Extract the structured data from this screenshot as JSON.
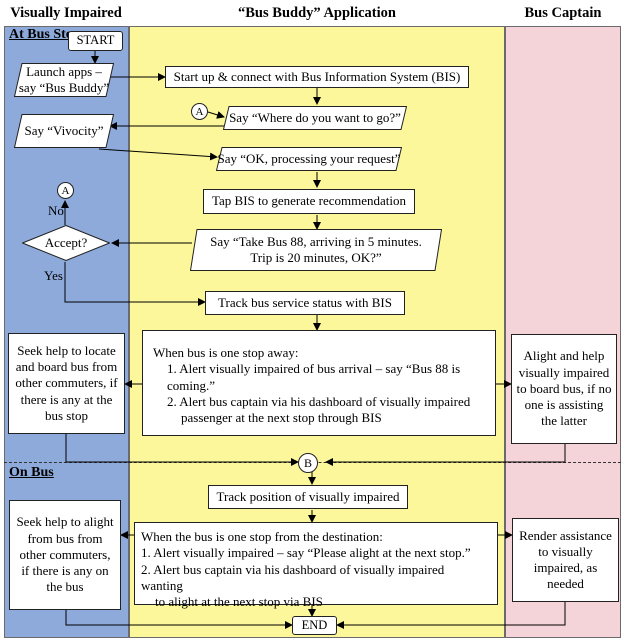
{
  "lanes": {
    "visually_impaired": "Visually Impaired",
    "application": "“Bus Buddy” Application",
    "bus_captain": "Bus Captain"
  },
  "sections": {
    "at_bus_stop": "At Bus Stop",
    "on_bus": "On Bus"
  },
  "connectors": {
    "a": "A",
    "b": "B"
  },
  "labels": {
    "no": "No",
    "yes": "Yes"
  },
  "nodes": {
    "start": "START",
    "end": "END",
    "launch_l1": "Launch apps –",
    "launch_l2": "say “Bus Buddy”",
    "startup": "Start up & connect with Bus Information System (BIS)",
    "where": "Say “Where do you want to go?”",
    "vivocity": "Say “Vivocity”",
    "processing": "Say “OK, processing your request”",
    "tap_bis": "Tap BIS to generate recommendation",
    "accept": "Accept?",
    "take_l1": "Say “Take Bus 88, arriving in 5 minutes.",
    "take_l2": "Trip is 20 minutes, OK?”",
    "track_status": "Track bus service status with BIS",
    "one_stop": {
      "head": "When bus is one stop away:",
      "i1": "1.  Alert visually impaired of bus arrival – say “Bus 88 is coming.”",
      "i2a": "2.  Alert bus captain via his dashboard of visually impaired",
      "i2b": "passenger at the next stop through BIS"
    },
    "seek_board": [
      "Seek help to locate",
      "and board bus from",
      "other commuters, if",
      "there is any at the",
      "bus stop"
    ],
    "alight_help": [
      "Alight and help",
      "visually impaired",
      "to board bus, if no",
      "one is assisting",
      "the latter"
    ],
    "track_position": "Track  position of visually impaired",
    "dest": {
      "head": "When the bus is one stop from the destination:",
      "i1": "1. Alert visually impaired – say “Please alight at the next stop.”",
      "i2a": "2. Alert bus captain via his dashboard of visually impaired wanting",
      "i2b": "to alight at the next stop via BIS"
    },
    "seek_alight": [
      "Seek help to alight",
      "from bus from",
      "other commuters,",
      "if there is any on",
      "the bus"
    ],
    "render": [
      "Render assistance",
      "to visually",
      "impaired, as",
      "needed"
    ]
  },
  "colors": {
    "visually_impaired_lane": "#8eaadb",
    "application_lane": "#fbf79a",
    "bus_captain_lane": "#f4d4d9"
  }
}
